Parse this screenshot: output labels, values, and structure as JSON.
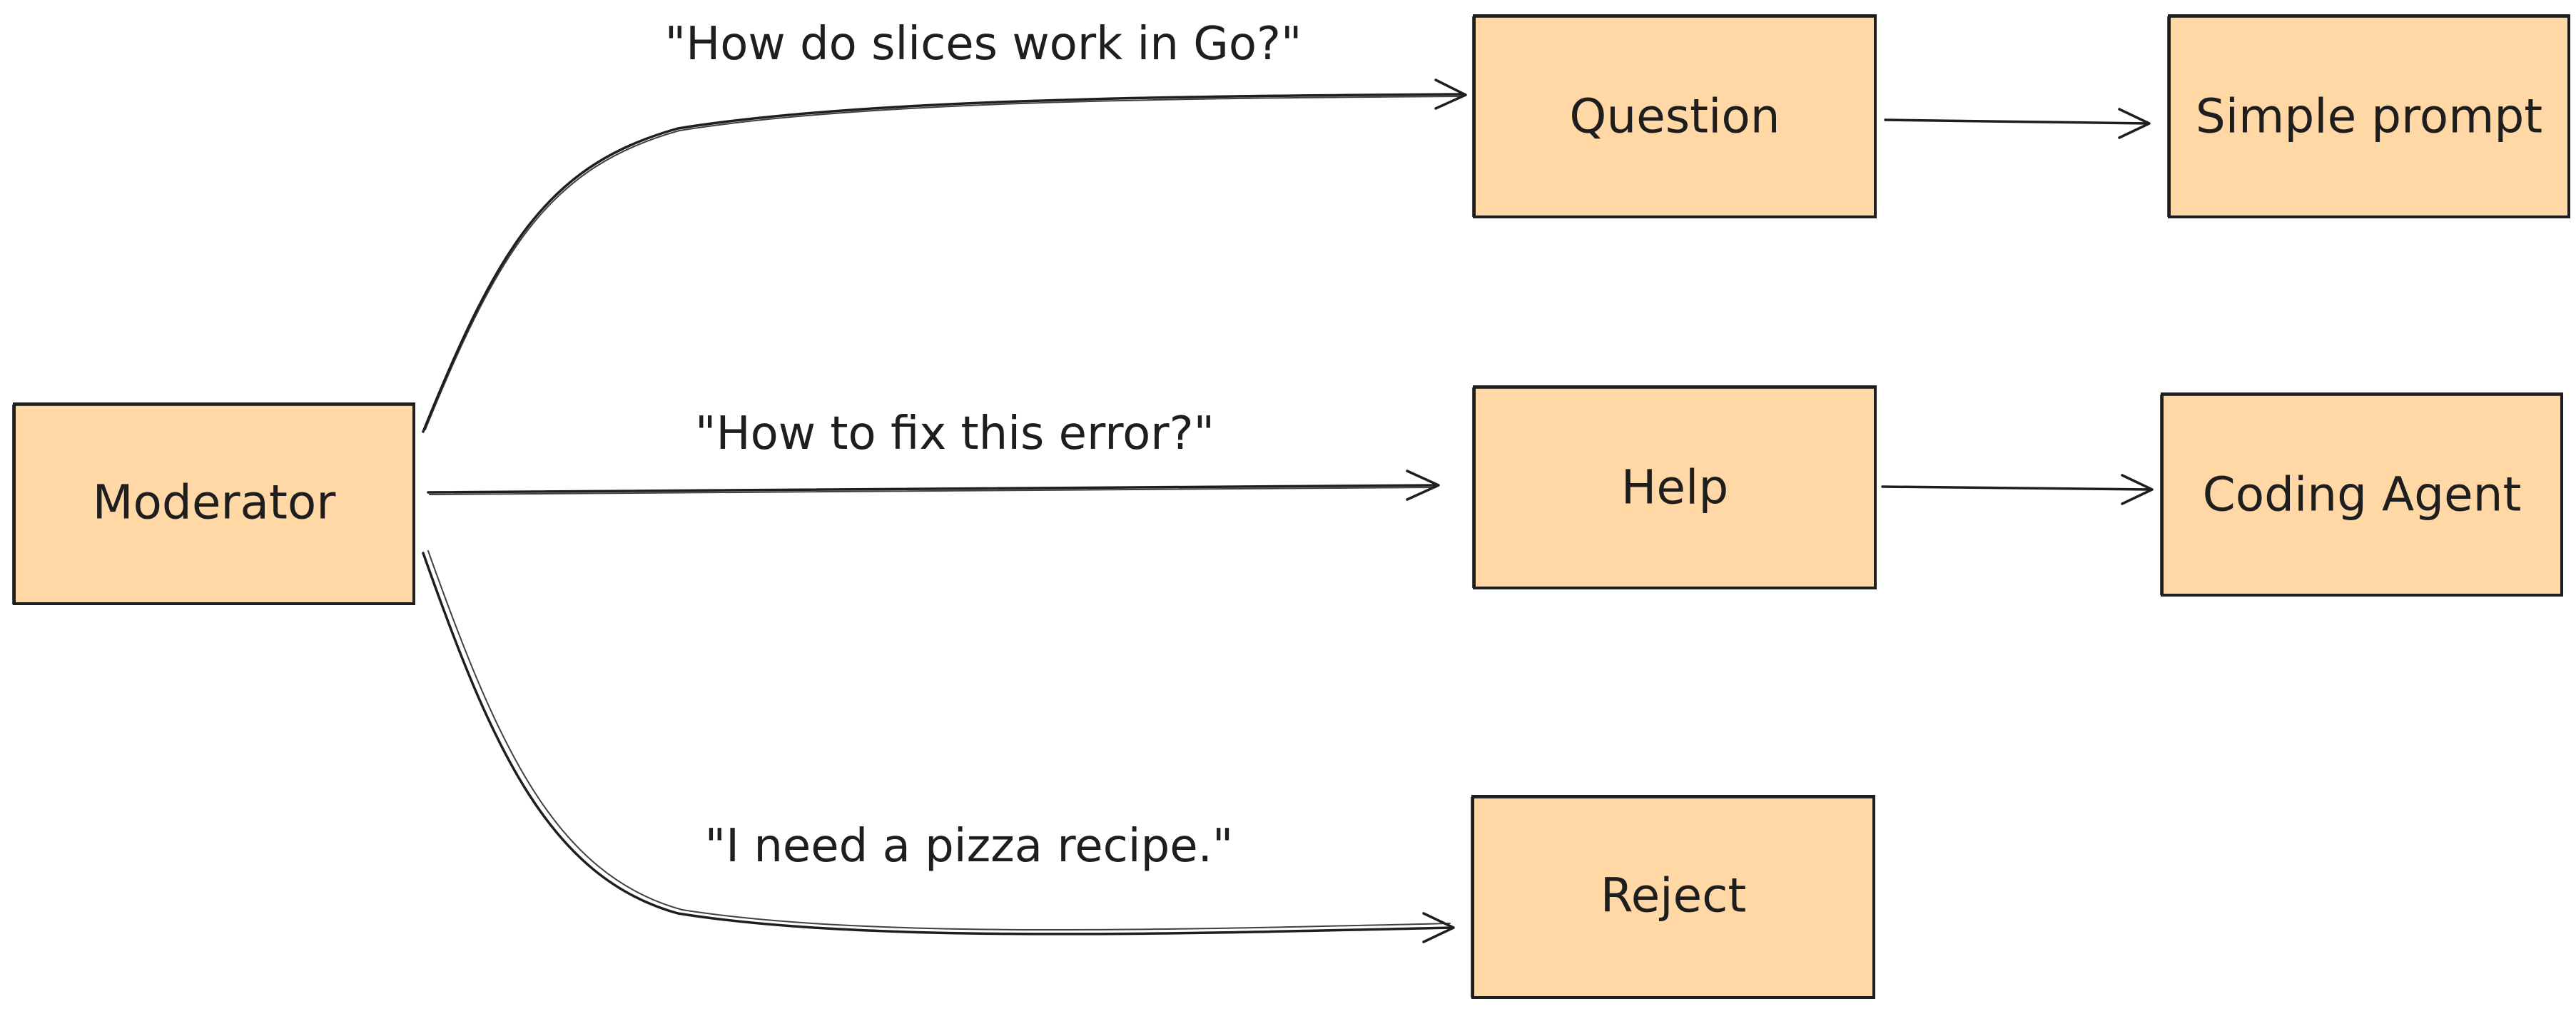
{
  "diagram": {
    "colors": {
      "node_fill": "#ffd8a6",
      "stroke": "#1e1e1e",
      "background": "#ffffff"
    },
    "nodes": {
      "moderator": "Moderator",
      "question": "Question",
      "simple_prompt": "Simple prompt",
      "help": "Help",
      "coding_agent": "Coding Agent",
      "reject": "Reject"
    },
    "edges": {
      "to_question": "\"How do slices work in Go?\"",
      "to_help": "\"How to fix this error?\"",
      "to_reject": "\"I need a pizza recipe.\""
    }
  }
}
